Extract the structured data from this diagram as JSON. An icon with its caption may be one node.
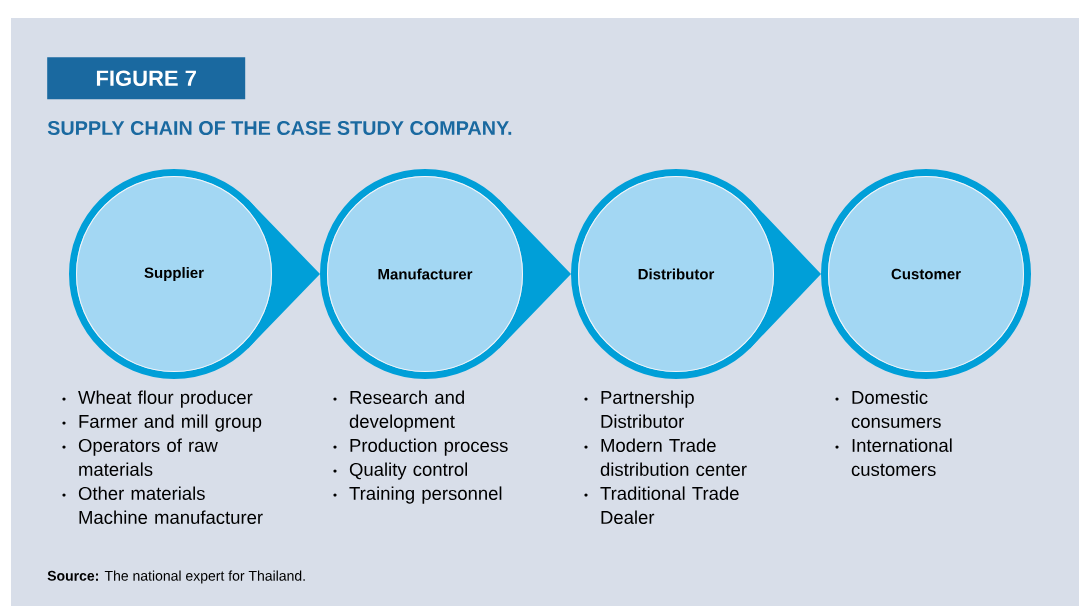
{
  "diagram": {
    "title": "SUPPLY CHAIN OF THE CASE STUDY COMPANY.",
    "caption": "**Source:** The national expert for Thailand.",
    "labels": [
      "FIGURE 7"
    ],
    "nodes": [
      {
        "text": [
          "Supplier"
        ],
        "beside": [
          "Wheat flour producer",
          "Farmer and mill group",
          "Operators of raw materials",
          "Other materials Machine manufacturer"
        ]
      },
      {
        "text": [
          "Manufacturer"
        ],
        "beside": [
          "Research and development",
          "Production process",
          "Quality control",
          "Training personnel"
        ]
      },
      {
        "text": [
          "Distributor"
        ],
        "beside": [
          "Partnership Distributor",
          "Modern Trade distribution center",
          "Traditional Trade Dealer"
        ]
      },
      {
        "text": [
          "Customer"
        ],
        "beside": [
          "Domestic consumers",
          "International customers"
        ]
      }
    ],
    "edges": [
      {
        "from": 0,
        "to": 1,
        "arrow": "to"
      },
      {
        "from": 1,
        "to": 2,
        "arrow": "to"
      },
      {
        "from": 2,
        "to": 3,
        "arrow": "to"
      }
    ]
  }
}
